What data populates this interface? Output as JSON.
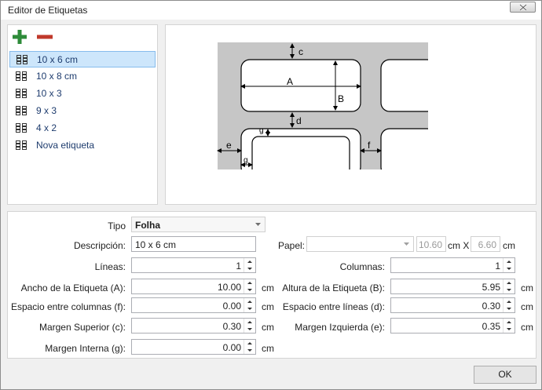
{
  "window": {
    "title": "Editor de Etiquetas"
  },
  "toolbar": {
    "add_icon": "plus-icon",
    "remove_icon": "minus-icon",
    "add_color": "#2e8b3a",
    "remove_color": "#c0392b"
  },
  "labels_list": [
    {
      "label": "10 x 6 cm",
      "selected": true
    },
    {
      "label": "10 x 8 cm",
      "selected": false
    },
    {
      "label": "10 x 3",
      "selected": false
    },
    {
      "label": "9 x 3",
      "selected": false
    },
    {
      "label": "4 x 2",
      "selected": false
    },
    {
      "label": "Nova etiqueta",
      "selected": false
    }
  ],
  "diagram": {
    "A": "A",
    "B": "B",
    "c": "c",
    "d": "d",
    "e": "e",
    "f": "f",
    "g1": "g",
    "g2": "g"
  },
  "form": {
    "tipo_label": "Tipo",
    "tipo_value": "Folha",
    "descripcion_label": "Descripción:",
    "descripcion_value": "10 x 6 cm",
    "papel_label": "Papel:",
    "papel_value": "",
    "papel_width": "10.60",
    "papel_width_unit": "cm X",
    "papel_height": "6.60",
    "papel_height_unit": "cm",
    "lineas_label": "Líneas:",
    "lineas_value": "1",
    "columnas_label": "Columnas:",
    "columnas_value": "1",
    "ancho_label": "Ancho de la Etiqueta (A):",
    "ancho_value": "10.00",
    "ancho_unit": "cm",
    "altura_label": "Altura de la Etiqueta (B):",
    "altura_value": "5.95",
    "altura_unit": "cm",
    "esp_col_label": "Espacio entre columnas (f):",
    "esp_col_value": "0.00",
    "esp_col_unit": "cm",
    "esp_lin_label": "Espacio entre líneas (d):",
    "esp_lin_value": "0.30",
    "esp_lin_unit": "cm",
    "margen_sup_label": "Margen Superior (c):",
    "margen_sup_value": "0.30",
    "margen_sup_unit": "cm",
    "margen_izq_label": "Margen Izquierda (e):",
    "margen_izq_value": "0.35",
    "margen_izq_unit": "cm",
    "margen_int_label": "Margen Interna (g):",
    "margen_int_value": "0.00",
    "margen_int_unit": "cm"
  },
  "ok_label": "OK"
}
